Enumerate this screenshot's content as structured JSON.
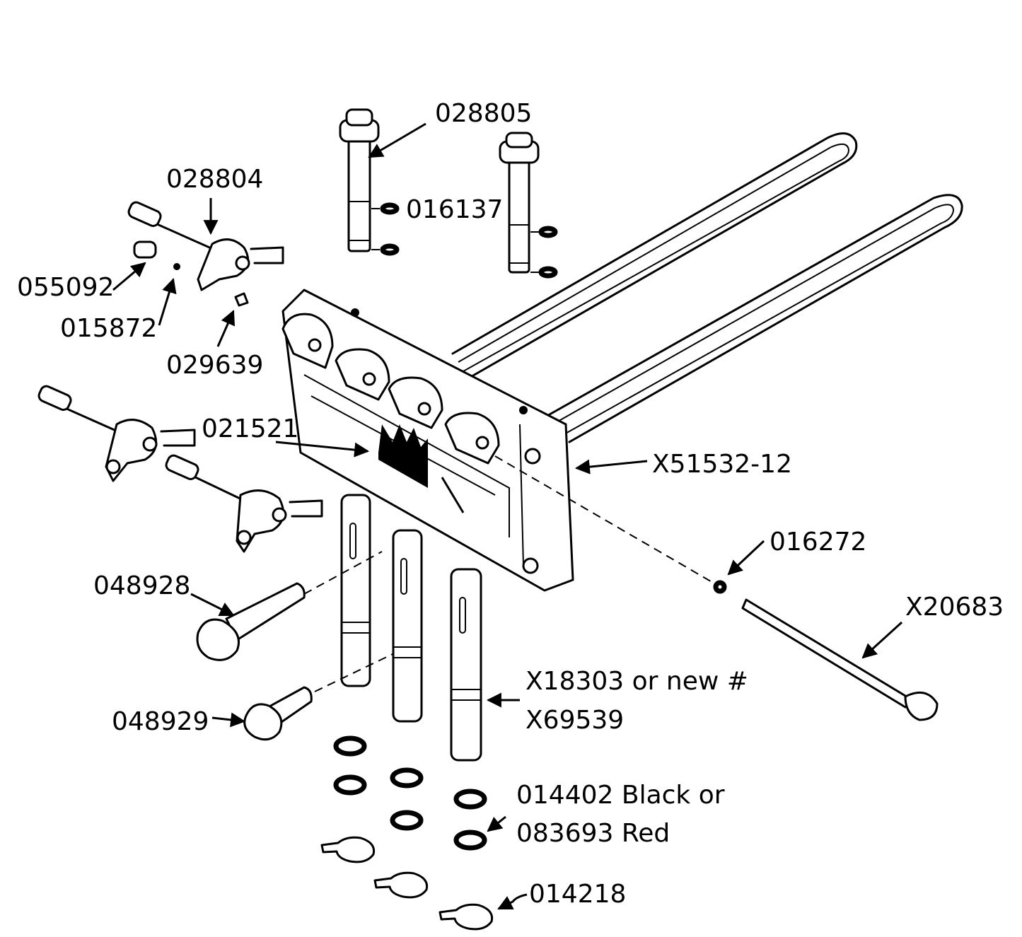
{
  "labels": {
    "p028805": "028805",
    "p016137": "016137",
    "p028804": "028804",
    "p055092": "055092",
    "p015872": "015872",
    "p029639": "029639",
    "p021521": "021521",
    "pX51532": "X51532-12",
    "p016272": "016272",
    "pX20683": "X20683",
    "p048928": "048928",
    "p048929": "048929",
    "pX18303_line1": "X18303 or new #",
    "pX18303_line2": "X69539",
    "p014402_line1": "014402 Black or",
    "p014402_line2": "083693 Red",
    "p014218": "014218"
  },
  "colors": {
    "ink": "#000000",
    "paper": "#ffffff"
  }
}
